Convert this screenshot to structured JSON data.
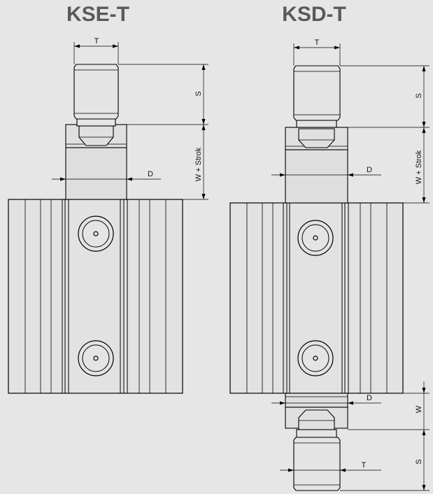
{
  "titles": {
    "left": "KSE-T",
    "right": "KSD-T"
  },
  "left_dims": {
    "thread_width": "T",
    "thread_length": "S",
    "rod_diameter": "D",
    "stroke_length": "W + Strok"
  },
  "right_dims": {
    "thread_width_top": "T",
    "thread_length_top": "S",
    "rod_diameter_top": "D",
    "stroke_length_top": "W + Strok",
    "rod_diameter_bottom": "D",
    "rod_length_bottom": "W",
    "thread_length_bottom": "S",
    "thread_width_bottom": "T"
  },
  "colors": {
    "background": "#e6e6e6",
    "title": "#5a5a5a",
    "line": "#000000"
  }
}
